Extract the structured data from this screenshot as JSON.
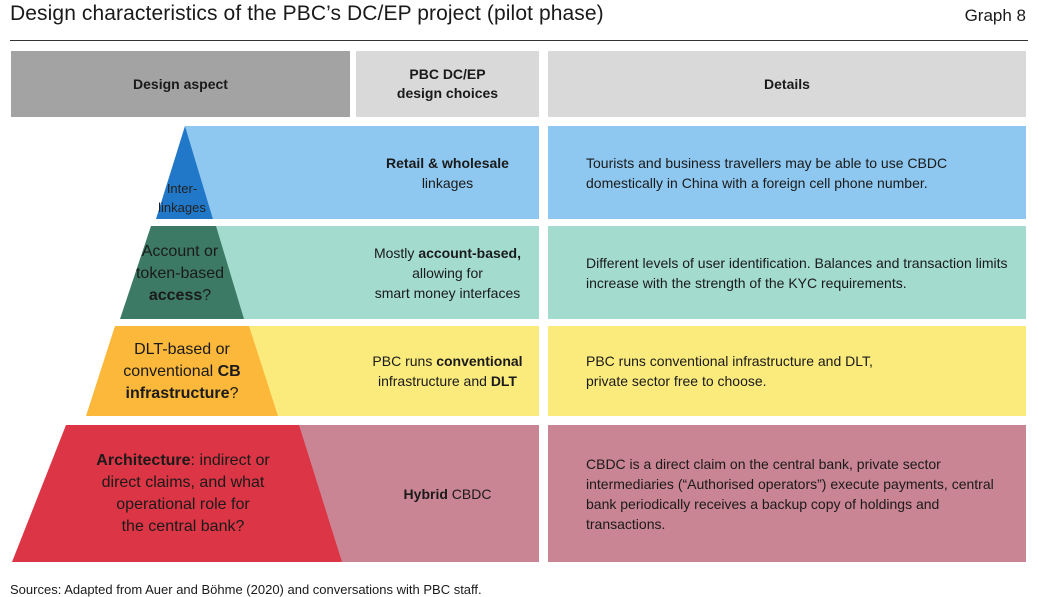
{
  "header": {
    "title": "Design characteristics of the PBC’s DC/EP project (pilot phase)",
    "graph_label": "Graph 8"
  },
  "columns": {
    "aspect": "Design aspect",
    "choice_line1": "PBC DC/EP",
    "choice_line2": "design choices",
    "details": "Details"
  },
  "levels": [
    {
      "aspect_lines": [
        "Inter-",
        "linkages"
      ],
      "choice_bold": "Retail & wholesale",
      "choice_rest": "linkages",
      "details": "Tourists and business travellers may be able to use CBDC domestically in China with a foreign cell phone number.",
      "colors": {
        "tri": "#2178c8",
        "band": "#8ec7ef"
      }
    },
    {
      "aspect_line1": "Account or",
      "aspect_line2": "token-based",
      "aspect_bold": "access",
      "aspect_tail": "?",
      "choice_pre": "Mostly ",
      "choice_bold": "account-based,",
      "choice_line2": "allowing for",
      "choice_line3": "smart money interfaces",
      "details": "Different levels of user identification. Balances and transaction limits increase with the strength of the KYC requirements.",
      "colors": {
        "tri": "#3d7a66",
        "band": "#a3dbcf"
      }
    },
    {
      "aspect_line1": "DLT-based or",
      "aspect_pre": "conventional ",
      "aspect_bold1": "CB",
      "aspect_bold2": "infrastructure",
      "aspect_tail": "?",
      "choice_pre": "PBC runs ",
      "choice_bold": "conventional",
      "choice_line2_pre": "infrastructure and ",
      "choice_line2_bold": "DLT",
      "details_line1": "PBC runs conventional infrastructure and DLT,",
      "details_line2": "private sector free to choose.",
      "colors": {
        "tri": "#fbb83a",
        "band": "#fbeb7d"
      }
    },
    {
      "aspect_bold": "Architecture",
      "aspect_rest1": ": indirect or",
      "aspect_line2": "direct claims, and what",
      "aspect_line3": "operational role for",
      "aspect_line4": "the central bank?",
      "choice_bold": "Hybrid",
      "choice_rest": " CBDC",
      "details": "CBDC is a direct claim on the central bank, private sector intermediaries (“Authorised operators”) execute payments, central bank periodically receives a backup copy of holdings and transactions.",
      "colors": {
        "tri": "#dc3545",
        "band": "#c98593"
      }
    }
  ],
  "source": "Sources: Adapted from Auer and Böhme (2020) and conversations with PBC staff."
}
